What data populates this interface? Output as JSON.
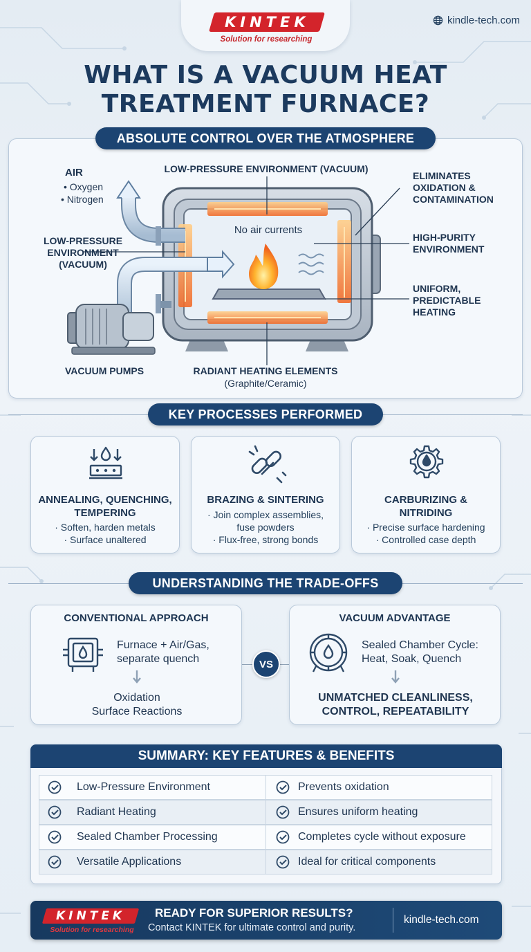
{
  "brand": {
    "name": "KINTEK",
    "tagline": "Solution for researching",
    "website": "kindle-tech.com",
    "colors": {
      "brand_red": "#d3242b",
      "navy": "#1c4472",
      "accent_orange": "#f07a2a"
    }
  },
  "title": {
    "line1": "WHAT IS A VACUUM HEAT",
    "line2": "TREATMENT FURNACE?"
  },
  "atmosphere": {
    "heading": "ABSOLUTE CONTROL OVER THE ATMOSPHERE",
    "air_title": "AIR",
    "air_items": [
      "• Oxygen",
      "• Nitrogen"
    ],
    "top_label": "LOW-PRESSURE ENVIRONMENT (VACUUM)",
    "left_label": [
      "LOW-PRESSURE",
      "ENVIRONMENT",
      "(VACUUM)"
    ],
    "inner_label": "No air currents",
    "pumps_label": "VACUUM PUMPS",
    "heating_label": "RADIANT HEATING ELEMENTS",
    "heating_sub": "(Graphite/Ceramic)",
    "right_labels": [
      {
        "lines": [
          "ELIMINATES",
          "OXIDATION &",
          "CONTAMINATION"
        ]
      },
      {
        "lines": [
          "HIGH-PURITY",
          "ENVIRONMENT"
        ]
      },
      {
        "lines": [
          "UNIFORM,",
          "PREDICTABLE",
          "HEATING"
        ]
      }
    ]
  },
  "processes": {
    "heading": "KEY PROCESSES PERFORMED",
    "cards": [
      {
        "icon": "heat-treat-icon",
        "title": [
          "ANNEALING, QUENCHING,",
          "TEMPERING"
        ],
        "bullets": [
          "· Soften, harden metals",
          "· Surface unaltered"
        ]
      },
      {
        "icon": "chain-link-icon",
        "title": [
          "BRAZING & SINTERING"
        ],
        "bullets": [
          "· Join complex assemblies,",
          "fuse powders",
          "· Flux-free, strong bonds"
        ]
      },
      {
        "icon": "gear-drop-icon",
        "title": [
          "CARBURIZING &",
          "NITRIDING"
        ],
        "bullets": [
          "· Precise surface hardening",
          "· Controlled case depth"
        ]
      }
    ]
  },
  "tradeoffs": {
    "heading": "UNDERSTANDING THE TRADE-OFFS",
    "vs": "VS",
    "conventional": {
      "title": "CONVENTIONAL APPROACH",
      "desc": [
        "Furnace + Air/Gas,",
        "separate quench"
      ],
      "result": [
        "Oxidation",
        "Surface Reactions"
      ]
    },
    "vacuum": {
      "title": "VACUUM ADVANTAGE",
      "desc": [
        "Sealed Chamber Cycle:",
        "Heat, Soak, Quench"
      ],
      "result": [
        "UNMATCHED CLEANLINESS,",
        "CONTROL, REPEATABILITY"
      ]
    }
  },
  "summary": {
    "heading": "SUMMARY: KEY FEATURES & BENEFITS",
    "rows": [
      {
        "feature": "Low-Pressure Environment",
        "benefit": "Prevents oxidation"
      },
      {
        "feature": "Radiant Heating",
        "benefit": "Ensures uniform heating"
      },
      {
        "feature": "Sealed Chamber Processing",
        "benefit": "Completes cycle without exposure"
      },
      {
        "feature": "Versatile Applications",
        "benefit": "Ideal for critical components"
      }
    ]
  },
  "footer": {
    "headline": "READY FOR SUPERIOR RESULTS?",
    "subline": "Contact KINTEK for ultimate control and purity.",
    "website": "kindle-tech.com"
  }
}
